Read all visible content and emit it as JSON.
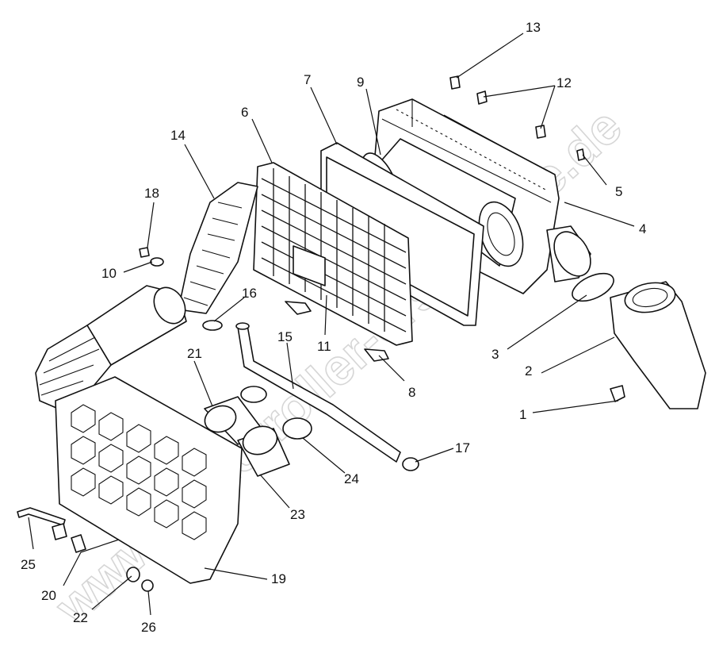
{
  "watermark": "www.motorroller-ersatzteile.de",
  "callouts": [
    "1",
    "2",
    "3",
    "4",
    "5",
    "6",
    "7",
    "8",
    "9",
    "10",
    "11",
    "12",
    "13",
    "14",
    "15",
    "16",
    "17",
    "18",
    "19",
    "20",
    "21",
    "22",
    "23",
    "24",
    "25",
    "26"
  ]
}
